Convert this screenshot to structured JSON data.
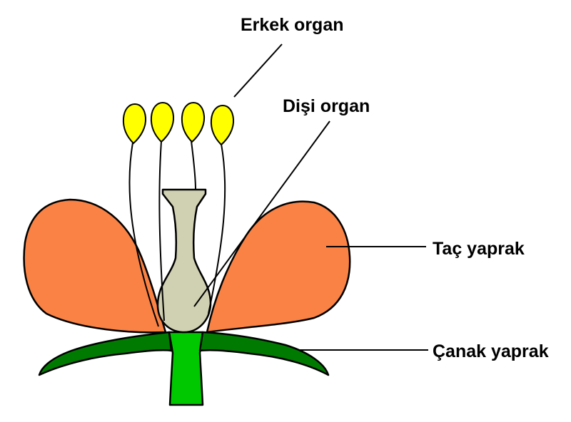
{
  "labels": {
    "stamen": "Erkek organ",
    "pistil": "Dişi organ",
    "petal": "Taç yaprak",
    "sepal": "Çanak yaprak"
  },
  "colors": {
    "petal": "#f98244",
    "pistil": "#d0d0b2",
    "anther": "#ffff00",
    "sepal": "#007a00",
    "stem": "#00c800",
    "outline": "#000000",
    "background": "#ffffff"
  }
}
